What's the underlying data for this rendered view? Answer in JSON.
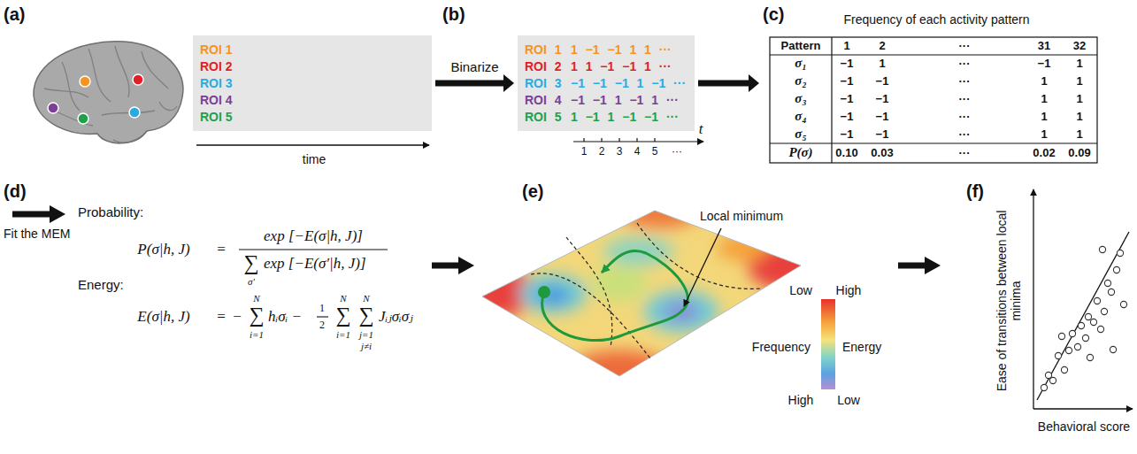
{
  "diagram": {
    "nodes": [
      {
        "text": [
          "ROI 1",
          "ROI 2",
          "ROI 3",
          "ROI 4",
          "ROI 5"
        ]
      },
      {
        "text": [
          "ROI 1",
          "1 −1 −1 1 1 ···",
          "ROI 2",
          "1 1 −1 −1 1 ···",
          "ROI 3",
          "−1 −1 −1 1 −1 ···",
          "ROI 4",
          "−1 −1 1 −1 1 ···",
          "ROI 5",
          "1 −1 1 −1 −1 ···"
        ]
      },
      {
        "text": [
          "Frequency of each activity pattern"
        ]
      }
    ],
    "edges": [
      {
        "from": 0,
        "to": 1,
        "label": "Binarize",
        "arrow": "to"
      },
      {
        "from": 1,
        "to": 2,
        "arrow": "to"
      }
    ],
    "labels": [
      "(a)",
      "time",
      "(b)",
      "1",
      "2",
      "3",
      "4",
      "5",
      "···",
      "t",
      "(c)",
      "Pattern",
      "1",
      "2",
      "···",
      "31",
      "32",
      "σ₁",
      "−1",
      "1",
      "···",
      "−1",
      "1",
      "σ₂",
      "−1",
      "−1",
      "···",
      "1",
      "1",
      "σ₃",
      "−1",
      "−1",
      "···",
      "1",
      "1",
      "σ₄",
      "−1",
      "−1",
      "···",
      "1",
      "1",
      "σ₅",
      "−1",
      "−1",
      "···",
      "1",
      "1",
      "P(σ)",
      "0.10",
      "0.03",
      "···",
      "0.02",
      "0.09",
      "(d)",
      "Fit the MEM",
      "Probability:",
      "P(σ|h, J)",
      "=",
      "exp [−E(σ|h, J)]",
      "∑",
      "σ′",
      "exp [−E(σ′|h, J)]",
      "Energy:",
      "E(σ|h, J)",
      "=",
      "−",
      "N",
      "∑",
      "i=1",
      "hᵢσᵢ −",
      "1",
      "2",
      "N",
      "∑",
      "i=1",
      "N",
      "∑",
      "j=1",
      "j≠i",
      "Jᵢⱼσᵢσⱼ",
      "(e)",
      "Local minimum",
      "Low",
      "High",
      "Frequency",
      "Energy",
      "High",
      "Low",
      "(f)",
      "Ease of transitions between local minima",
      "Behavioral score"
    ]
  }
}
